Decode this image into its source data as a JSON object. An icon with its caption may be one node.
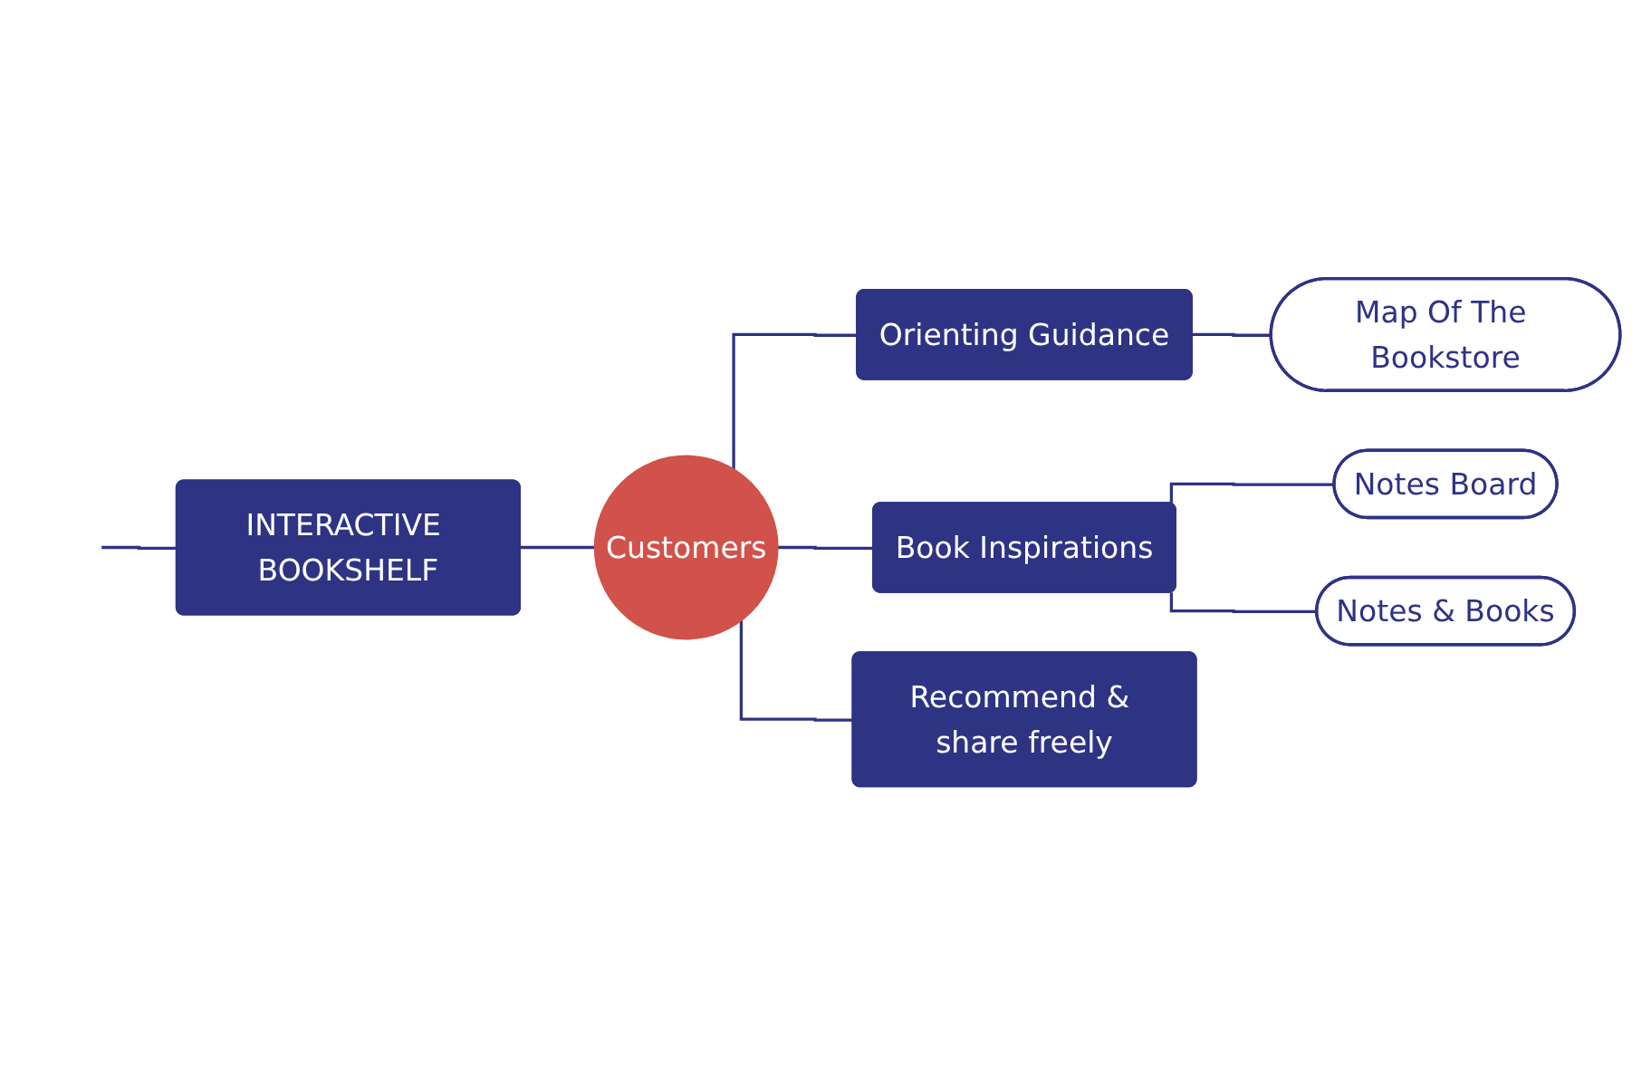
{
  "diagram": {
    "nodes": [
      {
        "text": [
          "INTERACTIVE BOOKSHELF"
        ]
      },
      {
        "text": [
          "Customers"
        ]
      },
      {
        "text": [
          "Orienting Guidance"
        ]
      },
      {
        "text": [
          "Map Of The Bookstore"
        ]
      },
      {
        "text": [
          "Book Inspirations"
        ]
      },
      {
        "text": [
          "Notes Board"
        ]
      },
      {
        "text": [
          "Notes & Books"
        ]
      },
      {
        "text": [
          "Recommend & share freely"
        ]
      }
    ],
    "edges": [
      {
        "from": null,
        "to": 0,
        "arrow": "none"
      },
      {
        "from": 0,
        "to": 1,
        "arrow": "none"
      },
      {
        "from": 1,
        "to": 2,
        "arrow": "none"
      },
      {
        "from": 2,
        "to": 3,
        "arrow": "none"
      },
      {
        "from": 1,
        "to": 4,
        "arrow": "none"
      },
      {
        "from": 4,
        "to": 5,
        "arrow": "none"
      },
      {
        "from": 4,
        "to": 6,
        "arrow": "none"
      },
      {
        "from": 1,
        "to": 7,
        "arrow": "none"
      }
    ]
  }
}
